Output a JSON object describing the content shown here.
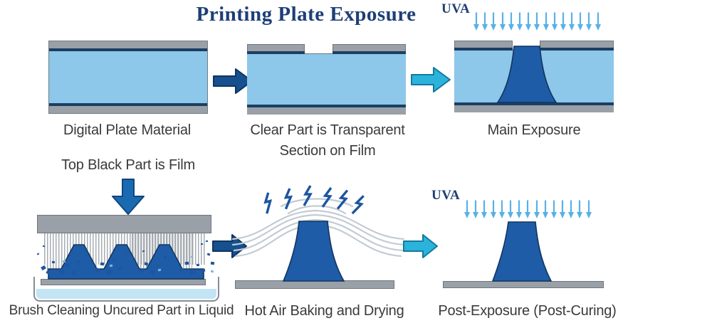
{
  "title": "Printing Plate Exposure",
  "uva": {
    "label": "UVA",
    "ray_count": 15
  },
  "film_note": "Top Black Part is Film",
  "steps": {
    "digital_plate": {
      "label": "Digital Plate Material"
    },
    "clear_part": {
      "label_line1": "Clear Part is Transparent",
      "label_line2": "Section on Film"
    },
    "main_exposure": {
      "label": "Main Exposure"
    },
    "brush_cleaning": {
      "label": "Brush Cleaning Uncured Part in Liquid"
    },
    "hot_air": {
      "label": "Hot Air Baking and Drying"
    },
    "post_exposure": {
      "label": "Post-Exposure (Post-Curing)"
    }
  },
  "colors": {
    "title_navy": "#1e3f76",
    "plate_blue": "#8dc7e9",
    "film_navy": "#1c3e63",
    "strip_gray": "#99a0a7",
    "relief_blue": "#1e5ca8",
    "arrow_navy": "#17508f",
    "arrow_cyan": "#2bb3dc",
    "uva_ray_blue": "#57b1e8",
    "label_gray": "#3a3a3a",
    "liquid_blue": "#c3e4f4",
    "air_stream": "#c3ccd3",
    "bolt_blue": "#1d55a0"
  }
}
